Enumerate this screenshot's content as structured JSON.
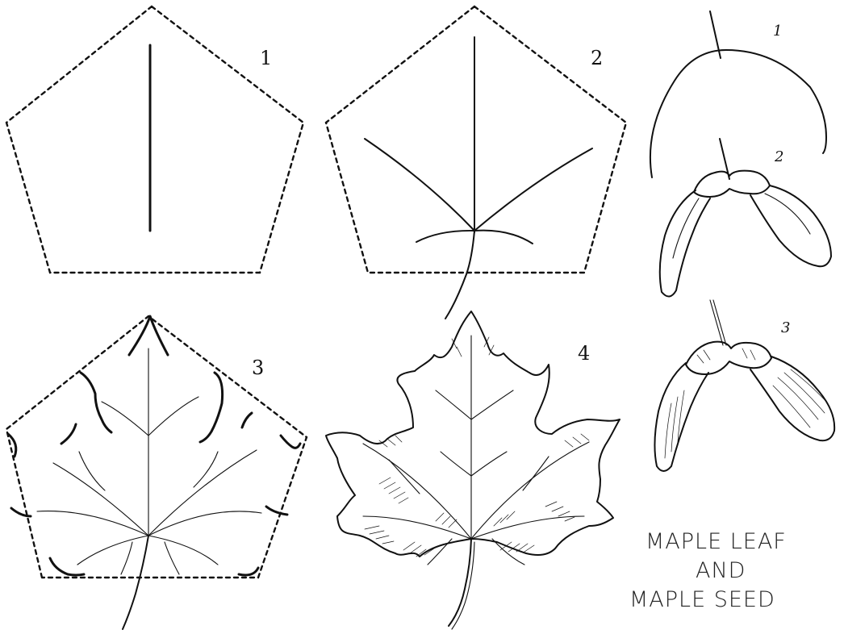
{
  "leaf_steps": [
    {
      "label": "1"
    },
    {
      "label": "2"
    },
    {
      "label": "3"
    },
    {
      "label": "4"
    }
  ],
  "seed_steps": [
    {
      "label": "1"
    },
    {
      "label": "2"
    },
    {
      "label": "3"
    }
  ],
  "caption": {
    "line1": "MAPLE LEAF",
    "line2": "AND",
    "line3": "MAPLE SEED"
  }
}
